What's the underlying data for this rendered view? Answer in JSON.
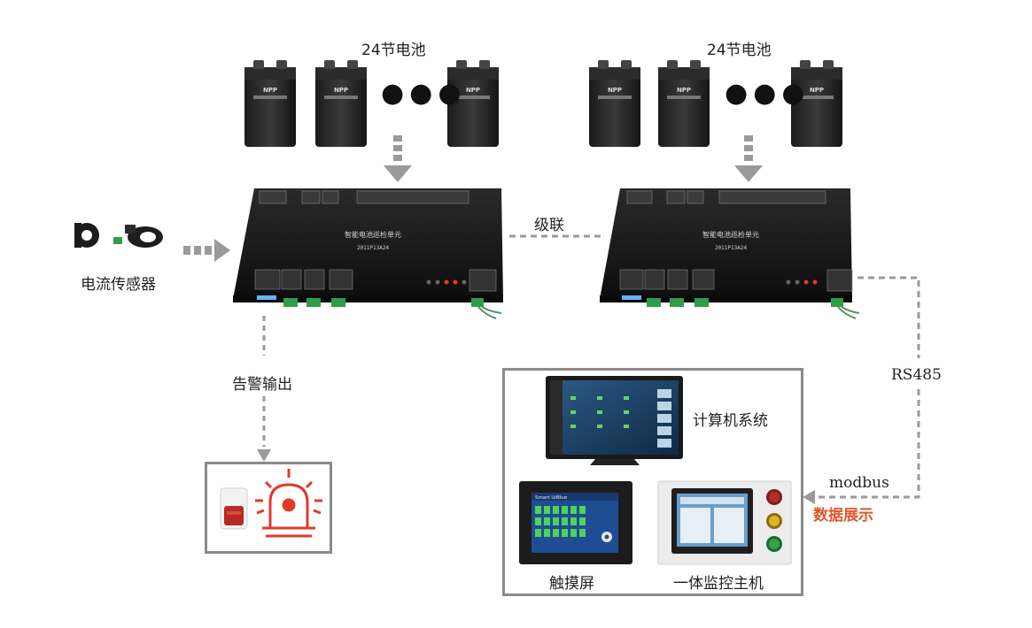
{
  "batteries": {
    "left_label": "24节电池",
    "right_label": "24节电池",
    "brand": "NPP",
    "ellipsis": "●●●"
  },
  "units": {
    "left_title": "智能电池巡检单元",
    "left_model": "2011P13A24",
    "right_title": "智能电池巡检单元",
    "right_model": "2011P13A24"
  },
  "connections": {
    "cascade_label": "级联",
    "alarm_label": "告警输出",
    "rs485_label": "RS485",
    "modbus_label": "modbus",
    "display_label": "数据展示"
  },
  "sensor": {
    "label": "电流传感器"
  },
  "display_devices": {
    "computer_label": "计算机系统",
    "touchscreen_label": "触摸屏",
    "monitor_host_label": "一体监控主机",
    "touchscreen_brand": "Smart UiBlue"
  },
  "colors": {
    "accent": "#e4572e",
    "arrow_gray": "#9a9a9a",
    "frame_gray": "#8a8a8a",
    "device_black": "#141414",
    "alarm_red": "#e03a2a"
  }
}
